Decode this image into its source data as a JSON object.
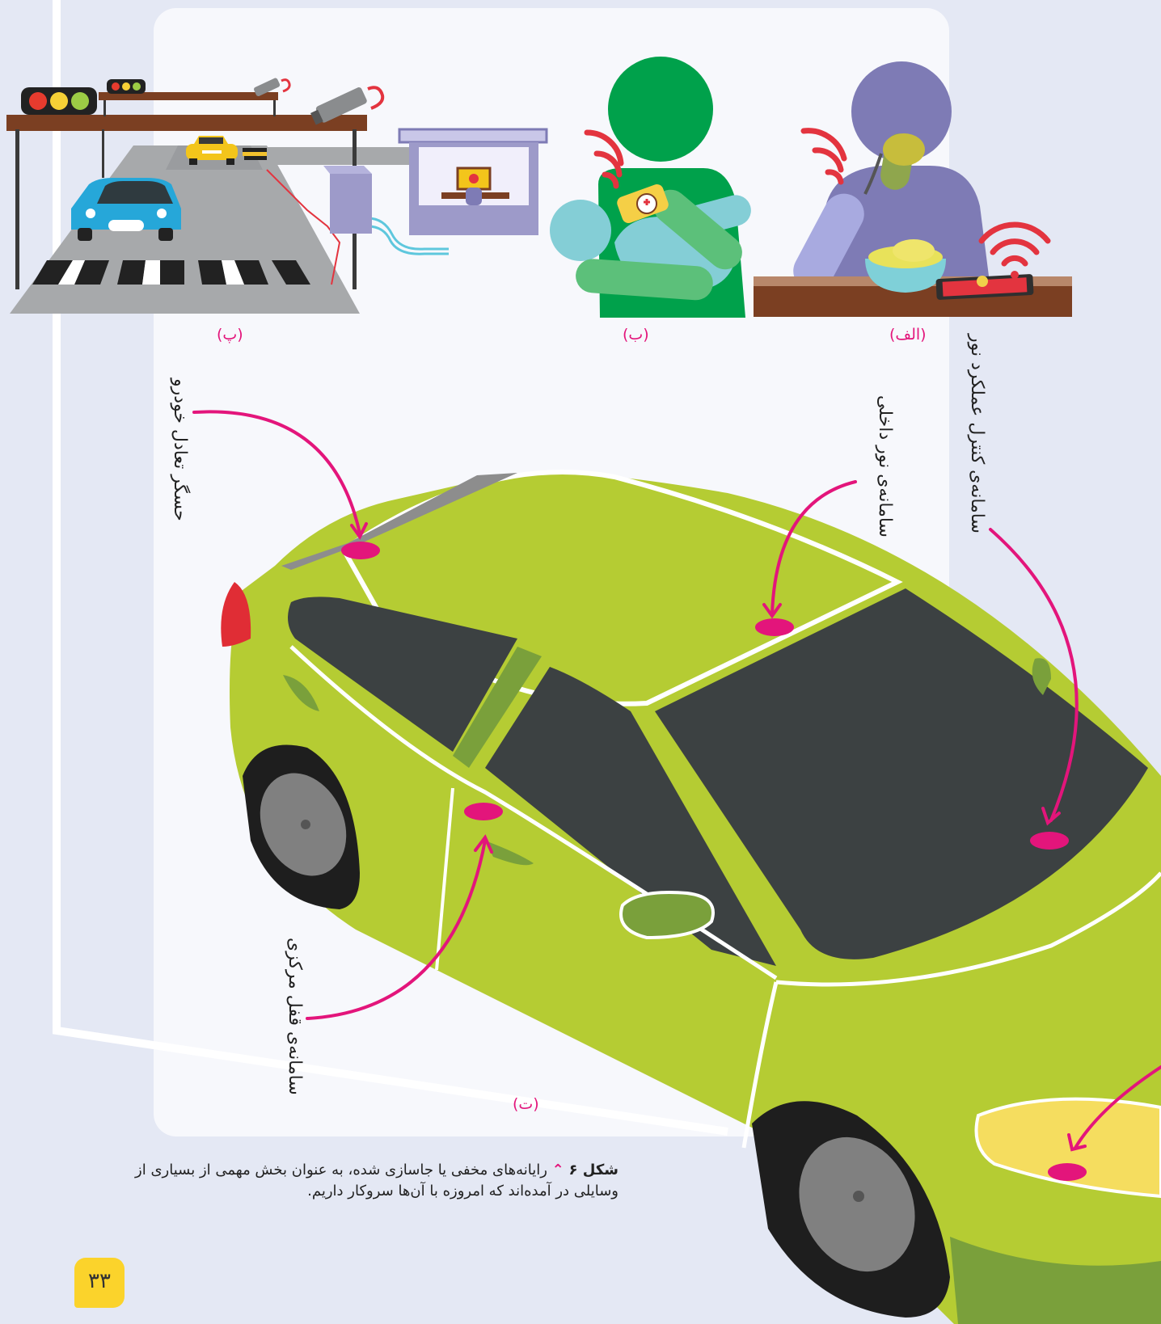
{
  "panels": {
    "a_label": "(الف)",
    "b_label": "(ب)",
    "p_label": "(پ)",
    "t_label": "(ت)"
  },
  "callouts": {
    "balance_sensor": "حسگر تعادل خودرو",
    "interior_light": "سامانه‌ی نور داخلی",
    "light_control": "سامانه‌ی کنترل عملکرد نور",
    "central_lock": "سامانه‌ی قفل مرکزی"
  },
  "caption": {
    "figure": "شکل ۶",
    "text": "رایانه‌های مخفی یا جاسازی شده، به عنوان بخش مهمی از بسیاری از وسایلی در آمده‌اند که امروزه با آن‌ها سروکار داریم."
  },
  "page_number": "۳۳",
  "colors": {
    "accent": "#e3157b",
    "car_body": "#b5cc33",
    "window": "#3c4142",
    "page_tag": "#fbd32b"
  }
}
